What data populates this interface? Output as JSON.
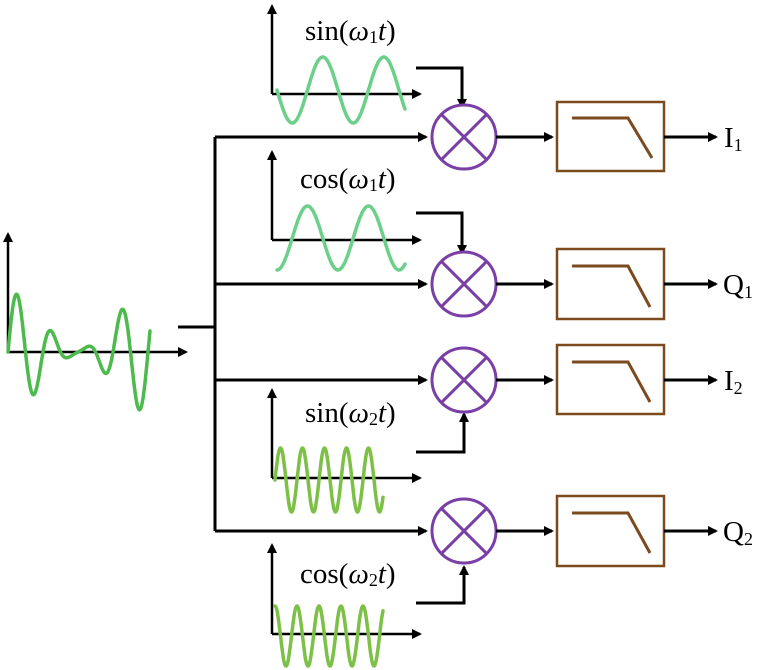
{
  "colors": {
    "wave_omega1": "#6ccf8a",
    "wave_omega2": "#7cc145",
    "wave_input": "#4cba4c",
    "mixer": "#7a3fa6",
    "filter": "#7b4a1f",
    "line": "#000000"
  },
  "branches": [
    {
      "osc": {
        "fn": "sin(",
        "var": "ω",
        "sub": "1",
        "t": "t",
        "close": ")"
      },
      "output": {
        "main": "I",
        "sub": "1"
      }
    },
    {
      "osc": {
        "fn": "cos(",
        "var": "ω",
        "sub": "1",
        "t": "t",
        "close": ")"
      },
      "output": {
        "main": "Q",
        "sub": "1"
      }
    },
    {
      "osc": {
        "fn": "sin(",
        "var": "ω",
        "sub": "2",
        "t": "t",
        "close": ")"
      },
      "output": {
        "main": "I",
        "sub": "2"
      }
    },
    {
      "osc": {
        "fn": "cos(",
        "var": "ω",
        "sub": "2",
        "t": "t",
        "close": ")"
      },
      "output": {
        "main": "Q",
        "sub": "2"
      }
    }
  ]
}
